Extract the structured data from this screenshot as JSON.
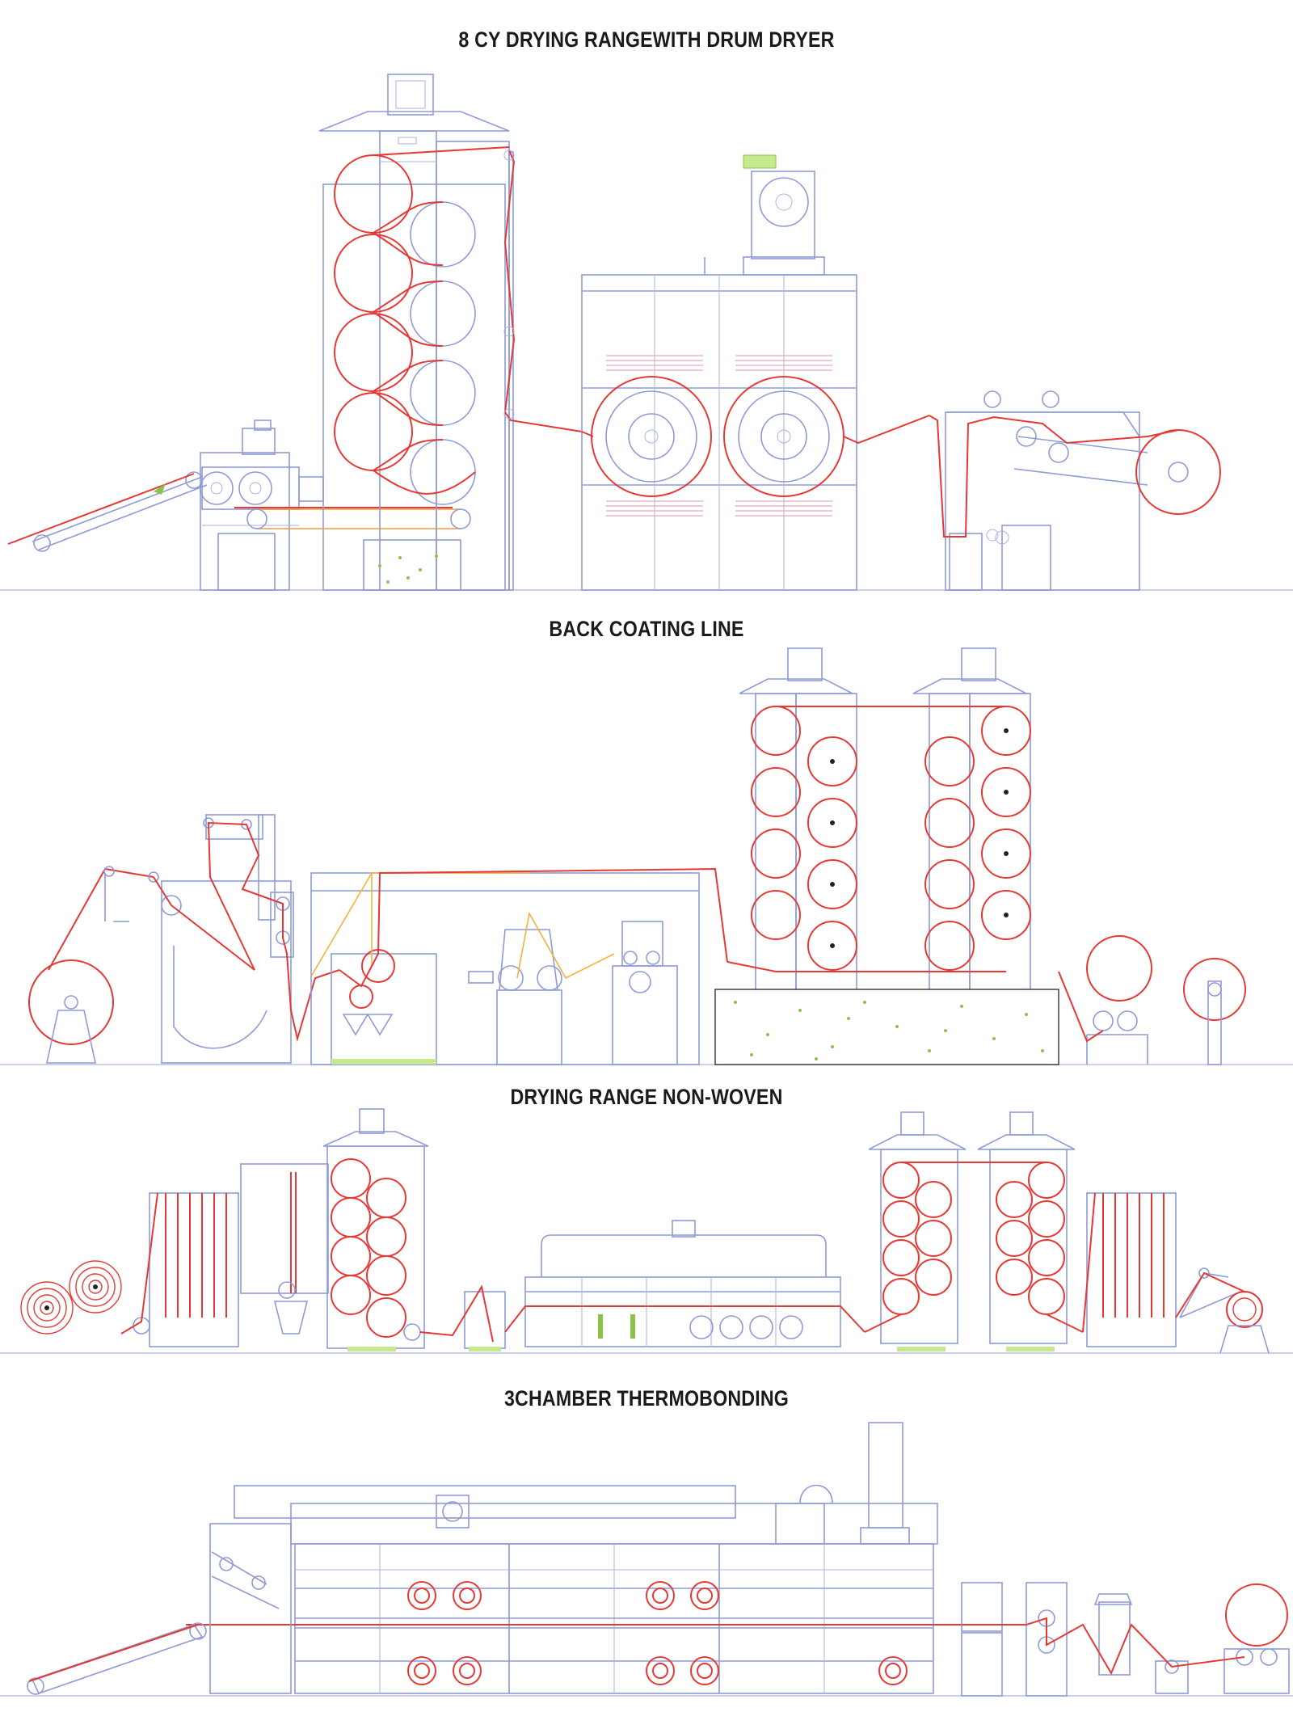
{
  "sections": [
    {
      "title": "8 CY DRYING RANGEWITH DRUM DRYER"
    },
    {
      "title": "BACK COATING LINE"
    },
    {
      "title": "DRYING RANGE NON-WOVEN"
    },
    {
      "title": "3CHAMBER THERMOBONDING"
    }
  ],
  "colors": {
    "machine_line": "#8e9bd8",
    "fabric_path": "#e53935",
    "coating_path": "#f3b23a",
    "filler": "#8bc34a",
    "title_text": "#1a1a1a"
  }
}
